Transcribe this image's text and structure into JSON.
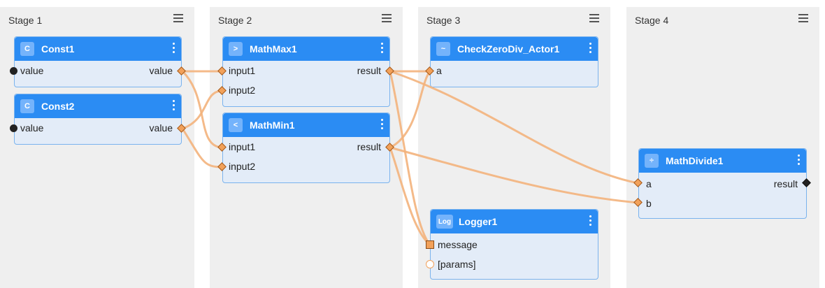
{
  "stages": [
    {
      "title": "Stage 1"
    },
    {
      "title": "Stage 2"
    },
    {
      "title": "Stage 3"
    },
    {
      "title": "Stage 4"
    }
  ],
  "nodes": {
    "const1": {
      "icon": "C",
      "title": "Const1",
      "ports": {
        "in_value": "value",
        "out_value": "value"
      }
    },
    "const2": {
      "icon": "C",
      "title": "Const2",
      "ports": {
        "in_value": "value",
        "out_value": "value"
      }
    },
    "mathmax1": {
      "icon": ">",
      "title": "MathMax1",
      "ports": {
        "input1": "input1",
        "input2": "input2",
        "result": "result"
      }
    },
    "mathmin1": {
      "icon": "<",
      "title": "MathMin1",
      "ports": {
        "input1": "input1",
        "input2": "input2",
        "result": "result"
      }
    },
    "checkzero": {
      "icon": "~",
      "title": "CheckZeroDiv_Actor1",
      "ports": {
        "a": "a"
      }
    },
    "logger1": {
      "icon": "Log",
      "title": "Logger1",
      "ports": {
        "message": "message",
        "params": "[params]"
      }
    },
    "mathdivide1": {
      "icon": "÷",
      "title": "MathDivide1",
      "ports": {
        "a": "a",
        "b": "b",
        "result": "result"
      }
    }
  },
  "colors": {
    "node_header": "#2b8cf3",
    "node_body": "#e3ecf8",
    "wire": "#f3b27c",
    "stage_bg": "#efefef"
  }
}
